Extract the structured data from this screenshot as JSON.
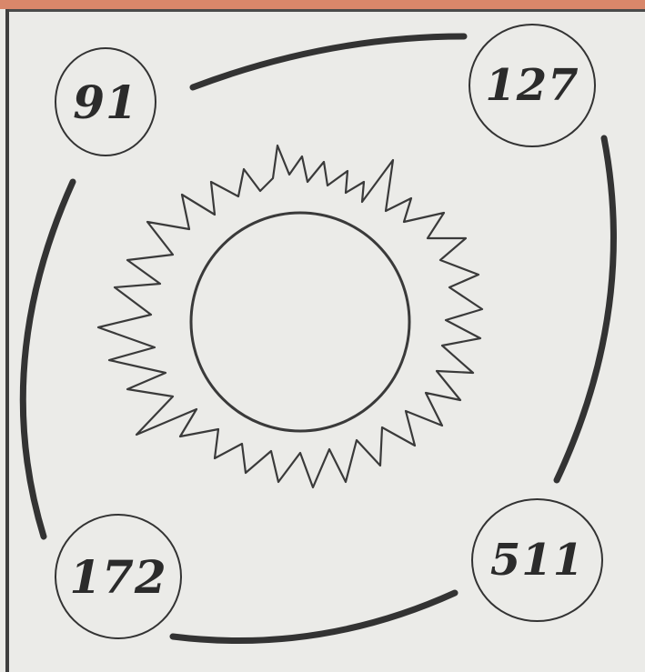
{
  "numbers": {
    "top_left": "91",
    "top_right": "127",
    "bottom_left": "172",
    "bottom_right": "511"
  },
  "colors": {
    "top_band": "#d9876a",
    "paper": "#ebebe8",
    "ink": "#333333"
  }
}
